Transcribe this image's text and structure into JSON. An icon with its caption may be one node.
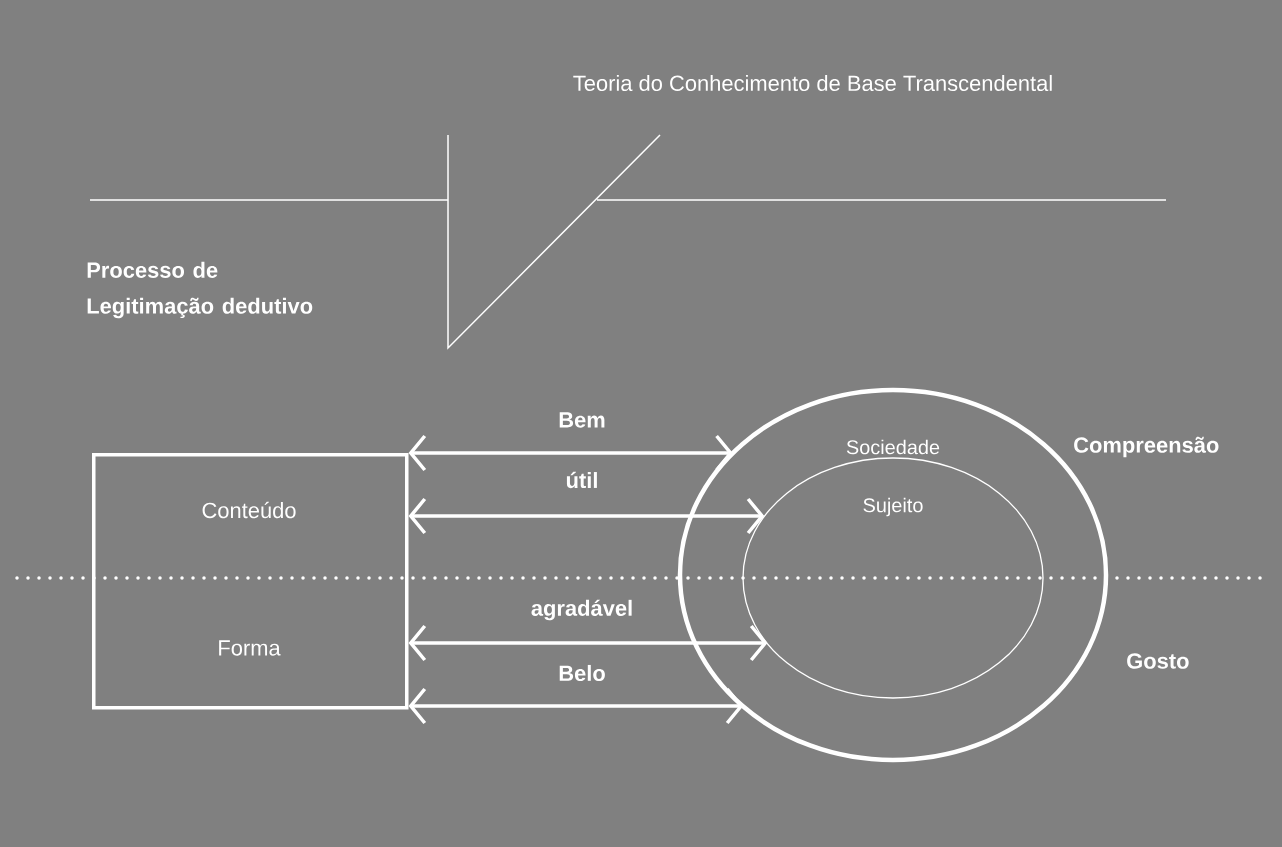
{
  "diagram": {
    "title": "Teoria do Conhecimento de Base Transcendental",
    "nodes": [
      {
        "text": [
          "Conteúdo",
          "Forma"
        ]
      },
      {
        "text": [
          "Sociedade"
        ]
      },
      {
        "text": [
          "Sujeito"
        ],
        "in": 1
      }
    ],
    "edges": [
      {
        "from": 0,
        "to": 1,
        "arrow": "both",
        "label": "Bem"
      },
      {
        "from": 0,
        "to": 2,
        "arrow": "both",
        "label": "útil"
      },
      {
        "from": 0,
        "to": 2,
        "arrow": "both",
        "label": "agradável"
      },
      {
        "from": 0,
        "to": 1,
        "arrow": "both",
        "label": "Belo"
      }
    ],
    "labels": [
      "Processo de Legitimação dedutivo",
      "Compreensão",
      "Gosto"
    ]
  }
}
